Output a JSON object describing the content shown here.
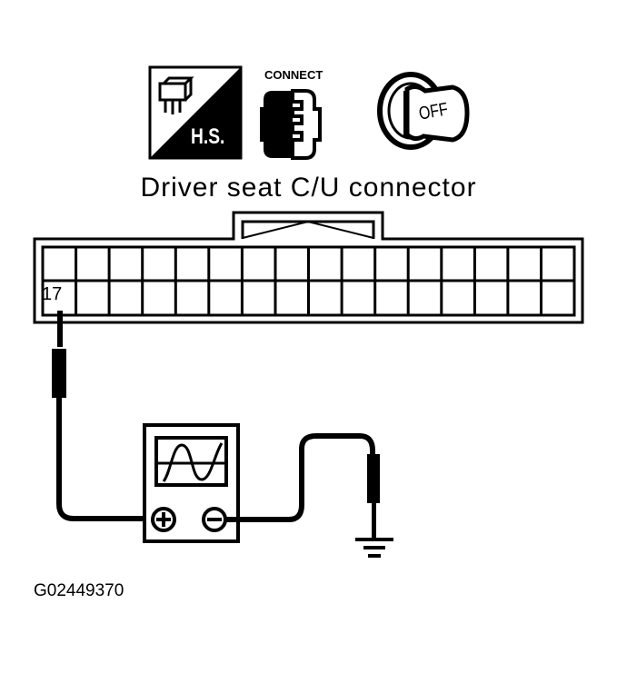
{
  "icons": {
    "harness_sign": {
      "name": "harness-side-icon",
      "label": "H.S."
    },
    "connect": {
      "name": "connect-icon",
      "label": "CONNECT"
    },
    "ignition": {
      "name": "ignition-off-icon",
      "label": "OFF"
    }
  },
  "connector": {
    "title": "Driver seat C/U connector",
    "columns": 16,
    "rows": 2,
    "highlighted_pin": "17"
  },
  "meter": {
    "name": "oscilloscope",
    "positive_terminal": "+",
    "negative_terminal": "−"
  },
  "ground": {
    "name": "ground-symbol"
  },
  "figure_id": "G02449370",
  "colors": {
    "line": "#000000",
    "background": "#ffffff"
  }
}
